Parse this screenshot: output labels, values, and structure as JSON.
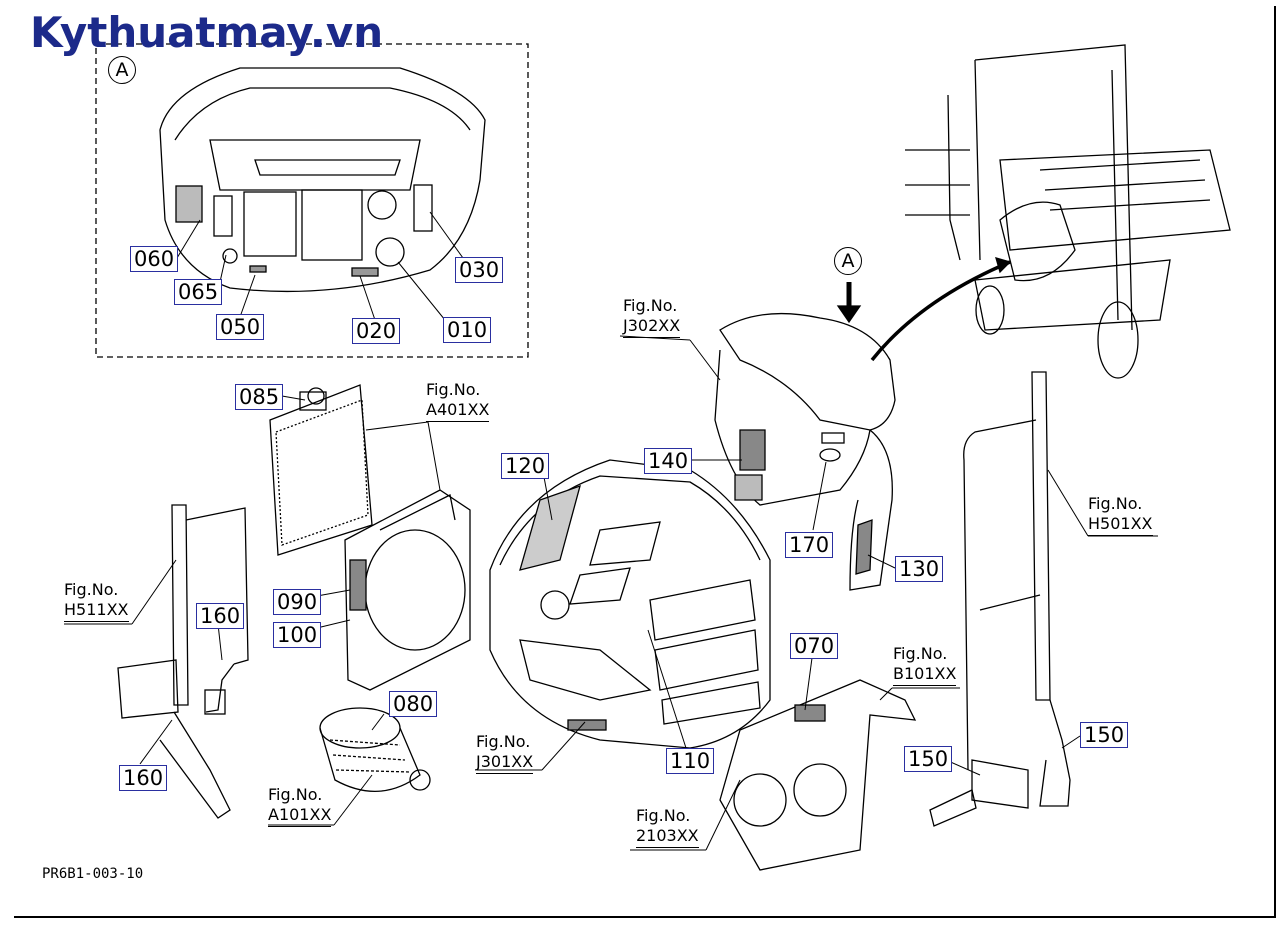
{
  "watermark": "Kythuatmay.vn",
  "detail_marker": "A",
  "detail_callouts": {
    "p060": "060",
    "p065": "065",
    "p050": "050",
    "p020": "020",
    "p010": "010",
    "p030": "030"
  },
  "callouts": {
    "p085": "085",
    "p090": "090",
    "p100": "100",
    "p080": "080",
    "p120": "120",
    "p110": "110",
    "p140": "140",
    "p170": "170",
    "p130": "130",
    "p070": "070",
    "p150a": "150",
    "p150b": "150",
    "p160a": "160",
    "p160b": "160"
  },
  "fig_refs": {
    "label": "Fig.No.",
    "j302": "J302XX",
    "a401": "A401XX",
    "h511": "H511XX",
    "a101": "A101XX",
    "j301": "J301XX",
    "b101": "B101XX",
    "h501": "H501XX",
    "d2103": "2103XX"
  },
  "document_id": "PR6B1-003-10"
}
